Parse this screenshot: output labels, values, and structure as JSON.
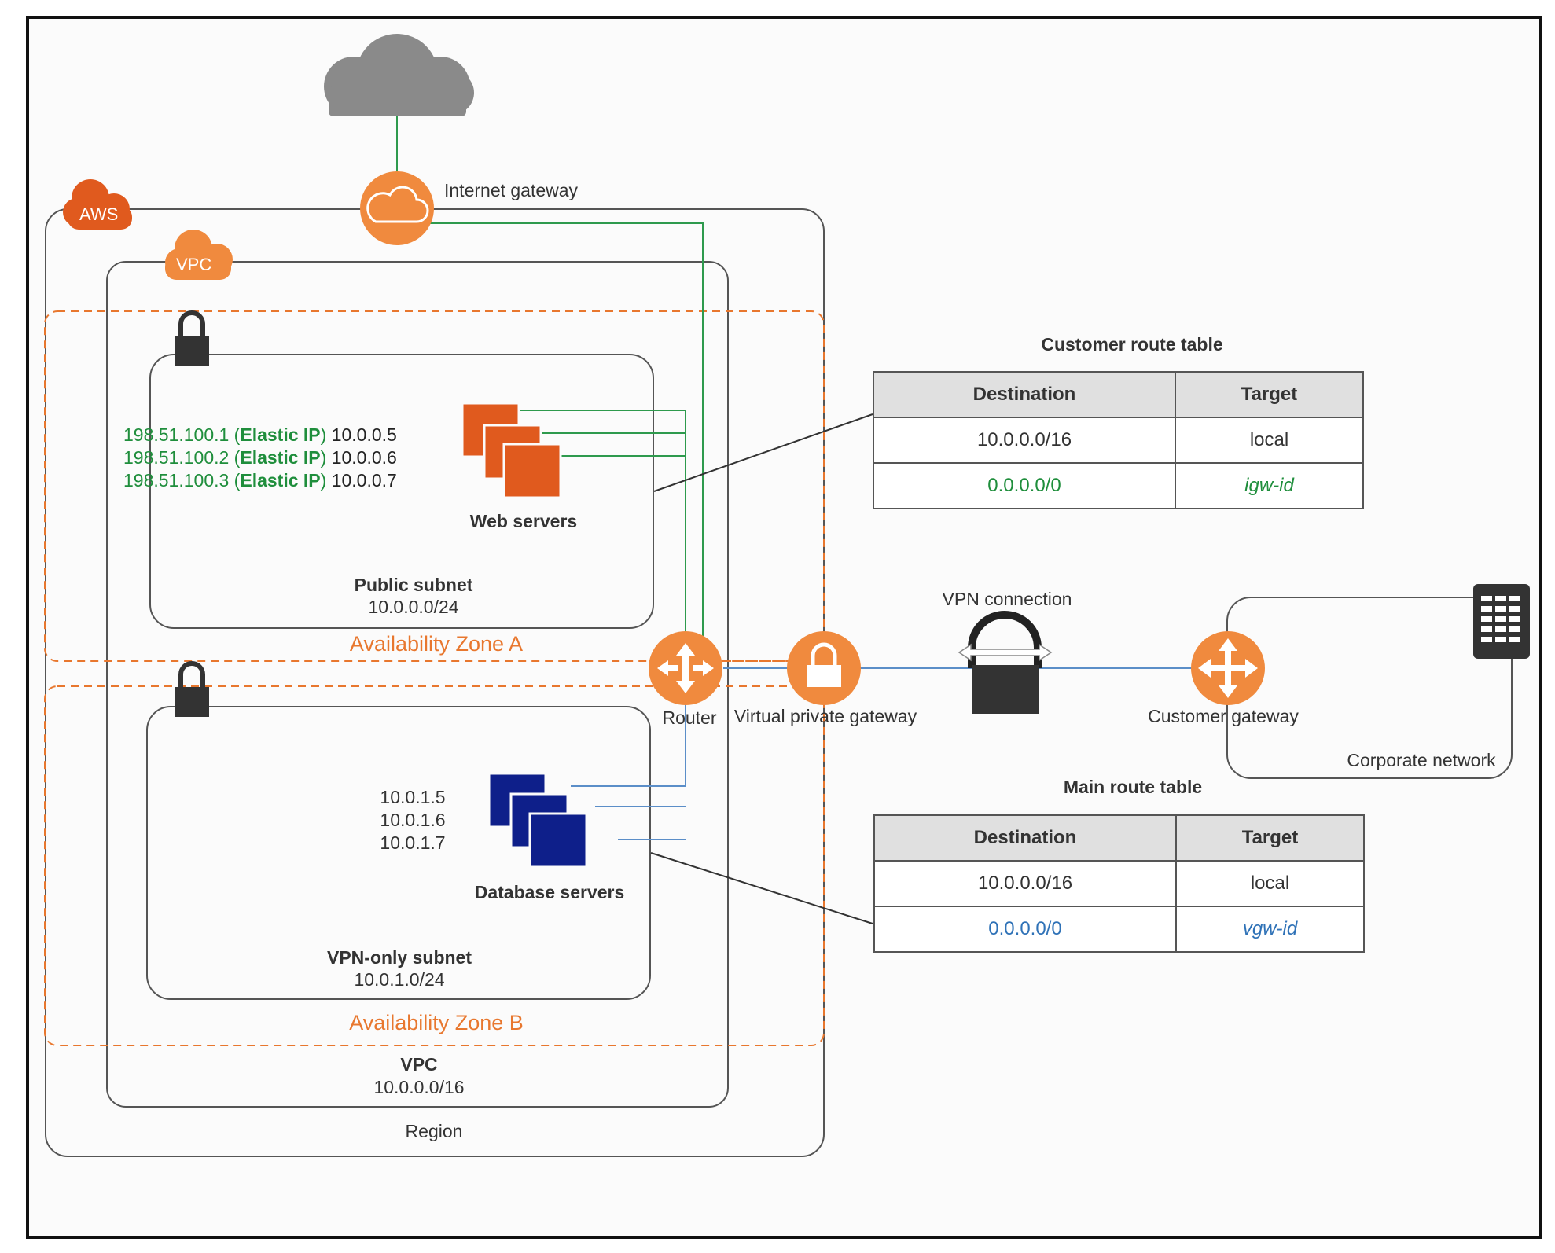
{
  "labels": {
    "internet_gateway": "Internet gateway",
    "aws": "AWS",
    "vpc_badge": "VPC",
    "web_servers": "Web servers",
    "public_subnet": "Public subnet",
    "public_subnet_cidr": "10.0.0.0/24",
    "az_a": "Availability Zone A",
    "router": "Router",
    "virtual_private_gateway": "Virtual private gateway",
    "vpn_connection": "VPN connection",
    "customer_gateway": "Customer gateway",
    "corporate_network": "Corporate network",
    "database_servers": "Database servers",
    "vpn_subnet": "VPN-only subnet",
    "vpn_subnet_cidr": "10.0.1.0/24",
    "az_b": "Availability Zone B",
    "vpc": "VPC",
    "vpc_cidr": "10.0.0.0/16",
    "region": "Region"
  },
  "web_ips": [
    {
      "public": "198.51.100.1",
      "open": " (",
      "eip": "Elastic IP",
      "close": ") ",
      "private": "10.0.0.5"
    },
    {
      "public": "198.51.100.2",
      "open": " (",
      "eip": "Elastic IP",
      "close": ") ",
      "private": "10.0.0.6"
    },
    {
      "public": "198.51.100.3",
      "open": " (",
      "eip": "Elastic IP",
      "close": ") ",
      "private": "10.0.0.7"
    }
  ],
  "db_ips": [
    "10.0.1.5",
    "10.0.1.6",
    "10.0.1.7"
  ],
  "customer_route_table": {
    "title": "Customer route table",
    "headers": [
      "Destination",
      "Target"
    ],
    "rows": [
      {
        "destination": "10.0.0.0/16",
        "target": "local"
      },
      {
        "destination": "0.0.0.0/0",
        "target": "igw-id"
      }
    ]
  },
  "main_route_table": {
    "title": "Main route table",
    "headers": [
      "Destination",
      "Target"
    ],
    "rows": [
      {
        "destination": "10.0.0.0/16",
        "target": "local"
      },
      {
        "destination": "0.0.0.0/0",
        "target": "vgw-id"
      }
    ]
  },
  "colors": {
    "aws_orange": "#e8772e",
    "server_orange": "#e05a1e",
    "db_navy": "#0e1f8a",
    "green_line": "#2e9a4d",
    "blue_line": "#5b8ec8",
    "cloud_gray": "#8a8a8a"
  },
  "icons": [
    "cloud-icon",
    "internet-gateway-icon",
    "aws-cloud-icon",
    "vpc-cloud-icon",
    "lock-icon",
    "router-icon",
    "vpn-gateway-icon",
    "customer-gateway-icon",
    "corporate-datacenter-icon",
    "server-stack-icon"
  ]
}
